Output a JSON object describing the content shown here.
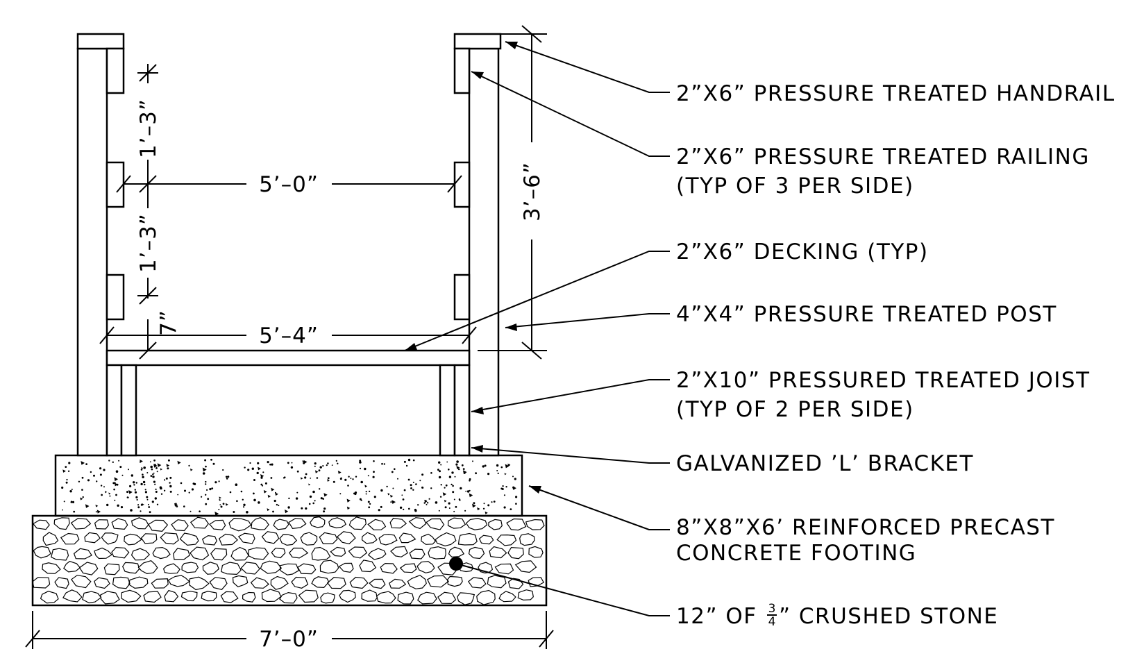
{
  "labels": {
    "handrail": "2”X6” PRESSURE TREATED HANDRAIL",
    "railing_1": "2”X6” PRESSURE TREATED RAILING",
    "railing_2": "(TYP OF 3 PER SIDE)",
    "decking": "2”X6” DECKING (TYP)",
    "post": "4”X4” PRESSURE TREATED POST",
    "joist_1": "2”X10” PRESSURED TREATED JOIST",
    "joist_2": "(TYP OF 2 PER SIDE)",
    "bracket": "GALVANIZED ’L’ BRACKET",
    "footing_1": "8”X8”X6’ REINFORCED PRECAST",
    "footing_2": "CONCRETE FOOTING",
    "stone_prefix": "12” OF ",
    "stone_frac_num": "3",
    "stone_frac_den": "4",
    "stone_suffix": "” CRUSHED STONE"
  },
  "dimensions": {
    "clear_width": "5’–0”",
    "deck_width": "5’–4”",
    "footing_length": "7’–0”",
    "rail_height": "3’–6”",
    "rail_spacing_upper": "1’–3”",
    "rail_spacing_lower": "1’–3”",
    "bottom_gap": "7”"
  }
}
